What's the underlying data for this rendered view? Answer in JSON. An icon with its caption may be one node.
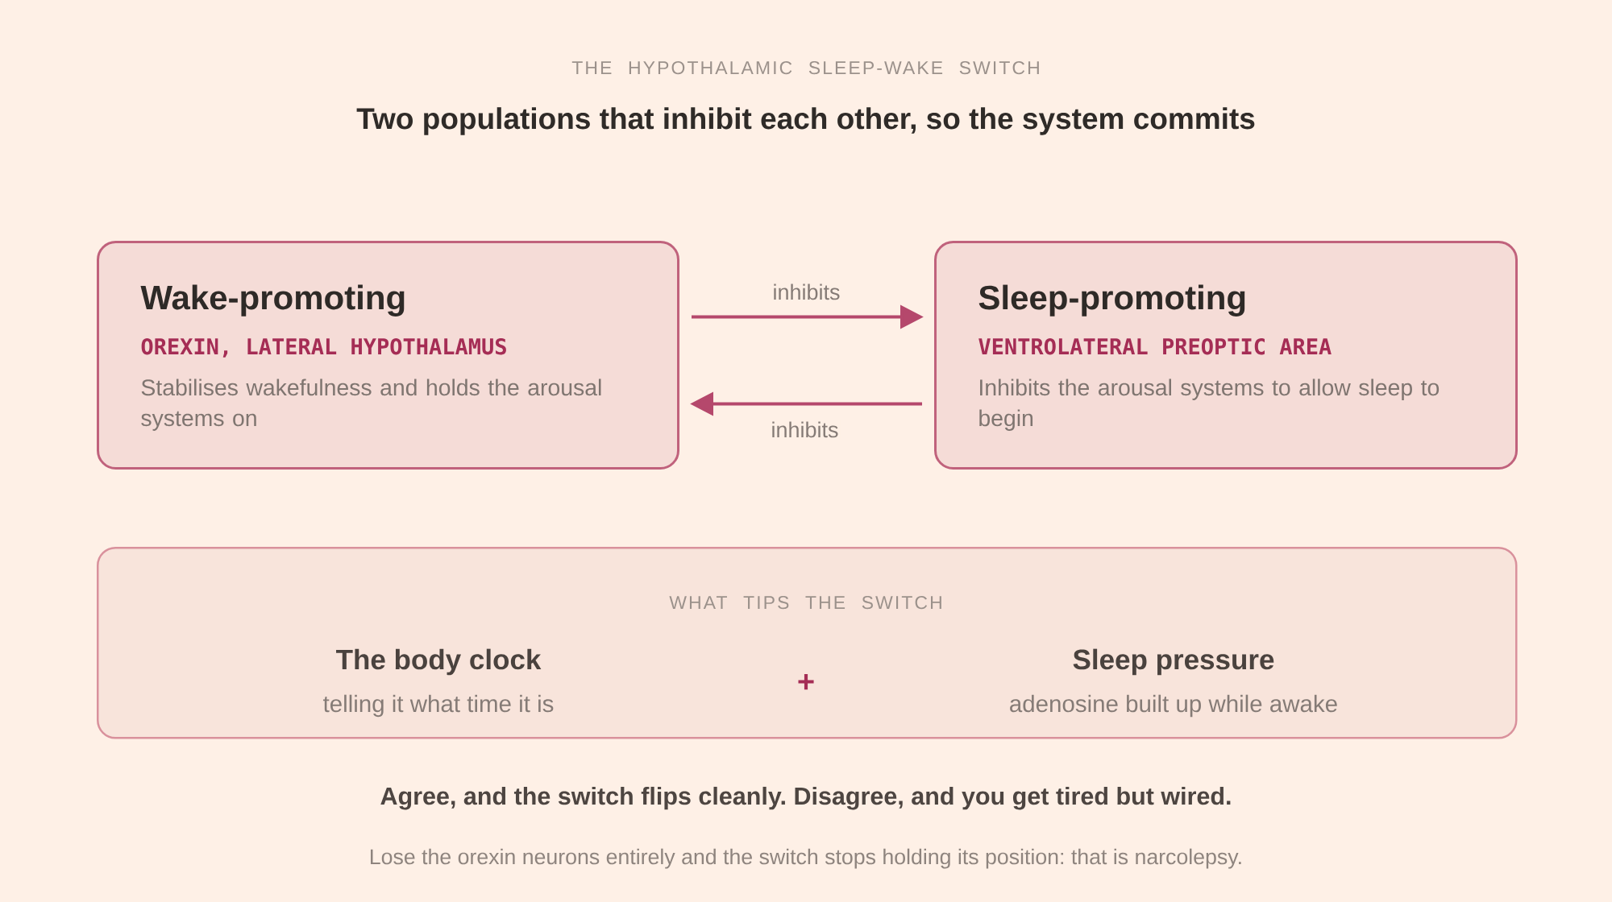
{
  "diagram": {
    "title": "Two populations that inhibit each other, so the system commits",
    "caption": "Lose the orexin neurons entirely and the switch stops holding its position: that is narcolepsy.",
    "nodes": [
      {
        "text": [
          "Wake-promoting",
          "OREXIN, LATERAL HYPOTHALAMUS",
          "Stabilises wakefulness and holds the arousal systems on"
        ]
      },
      {
        "text": [
          "Sleep-promoting",
          "VENTROLATERAL PREOPTIC AREA",
          "Inhibits the arousal systems to allow sleep to begin"
        ]
      },
      {
        "text": [
          "WHAT TIPS THE SWITCH",
          "The body clock",
          "telling it what time it is",
          "+",
          "Sleep pressure",
          "adenosine built up while awake"
        ]
      }
    ],
    "edges": [
      {
        "from": 0,
        "to": 1,
        "arrow": "to",
        "label": "inhibits"
      },
      {
        "from": 1,
        "to": 0,
        "arrow": "to",
        "label": "inhibits"
      }
    ],
    "labels": [
      "THE HYPOTHALAMIC SLEEP-WAKE SWITCH",
      "Agree, and the switch flips cleanly. Disagree, and you get tired but wired."
    ]
  }
}
